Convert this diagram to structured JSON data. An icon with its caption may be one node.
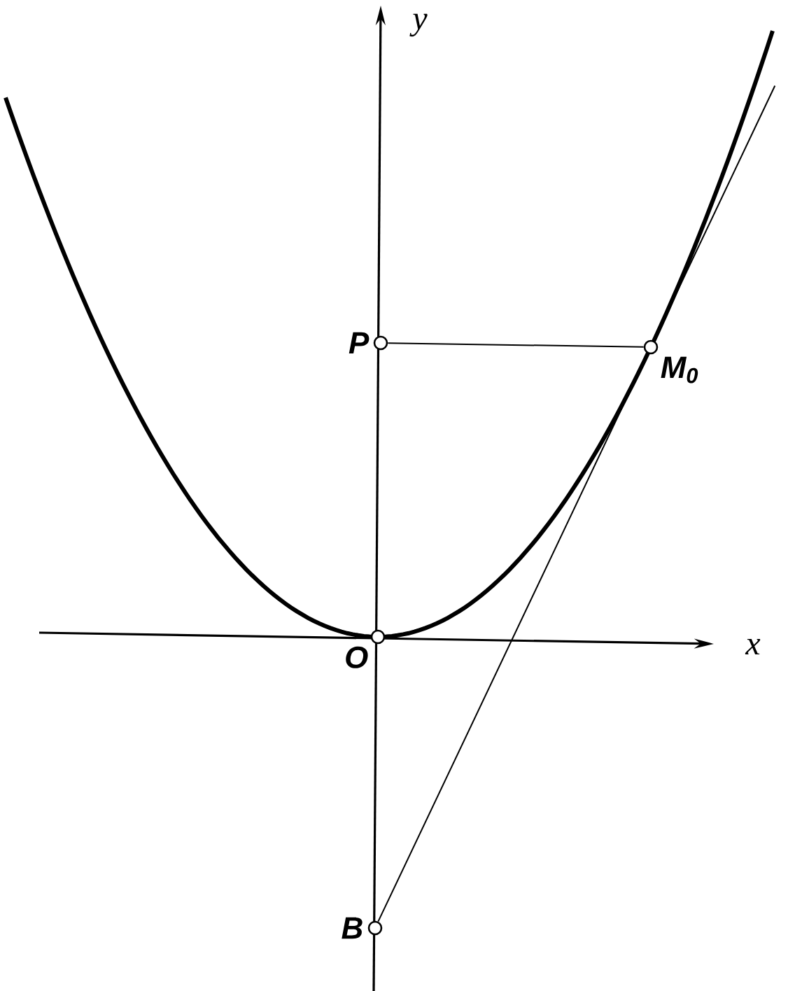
{
  "diagram": {
    "nodes": [
      {
        "text": [
          "P"
        ]
      },
      {
        "text": [
          "M$_{0}$"
        ]
      },
      {
        "text": [
          "O"
        ]
      },
      {
        "text": [
          "B"
        ]
      }
    ],
    "edges": [
      {
        "from": 0,
        "to": 1,
        "arrow": "none"
      },
      {
        "from": 3,
        "to": 1,
        "arrow": "none"
      }
    ],
    "labels": [
      "y",
      "x"
    ]
  }
}
